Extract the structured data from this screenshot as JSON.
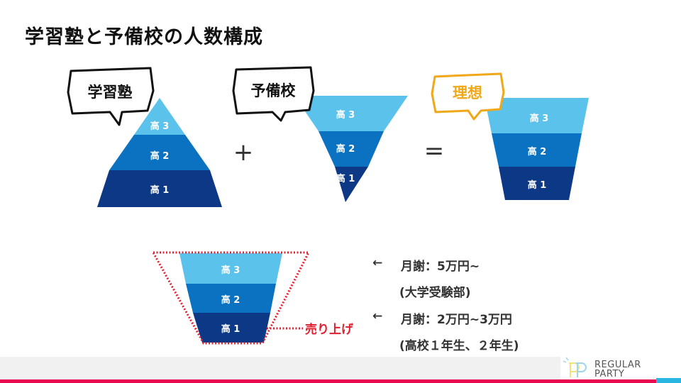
{
  "title": "学習塾と予備校の人数構成",
  "bubbles": {
    "juku": "学習塾",
    "yobiko": "予備校",
    "ideal": "理想"
  },
  "operators": {
    "plus": "+",
    "equals": "="
  },
  "levels": {
    "g3": "高 3",
    "g2": "高 2",
    "g1": "高 1"
  },
  "sales_label": "売り上げ",
  "notes": [
    {
      "arrow": "←",
      "fee": "月謝：5万円~",
      "target": "(大学受験部)"
    },
    {
      "arrow": "←",
      "fee": "月謝：2万円~3万円",
      "target": "(高校１年生、２年生)"
    }
  ],
  "logo": {
    "line1": "REGULAR",
    "line2": "PARTY"
  },
  "colors": {
    "light": "#5bc2eb",
    "mid": "#0b72c2",
    "dark": "#0d3886",
    "accent": "#e8094f",
    "ideal": "#f0a818"
  }
}
